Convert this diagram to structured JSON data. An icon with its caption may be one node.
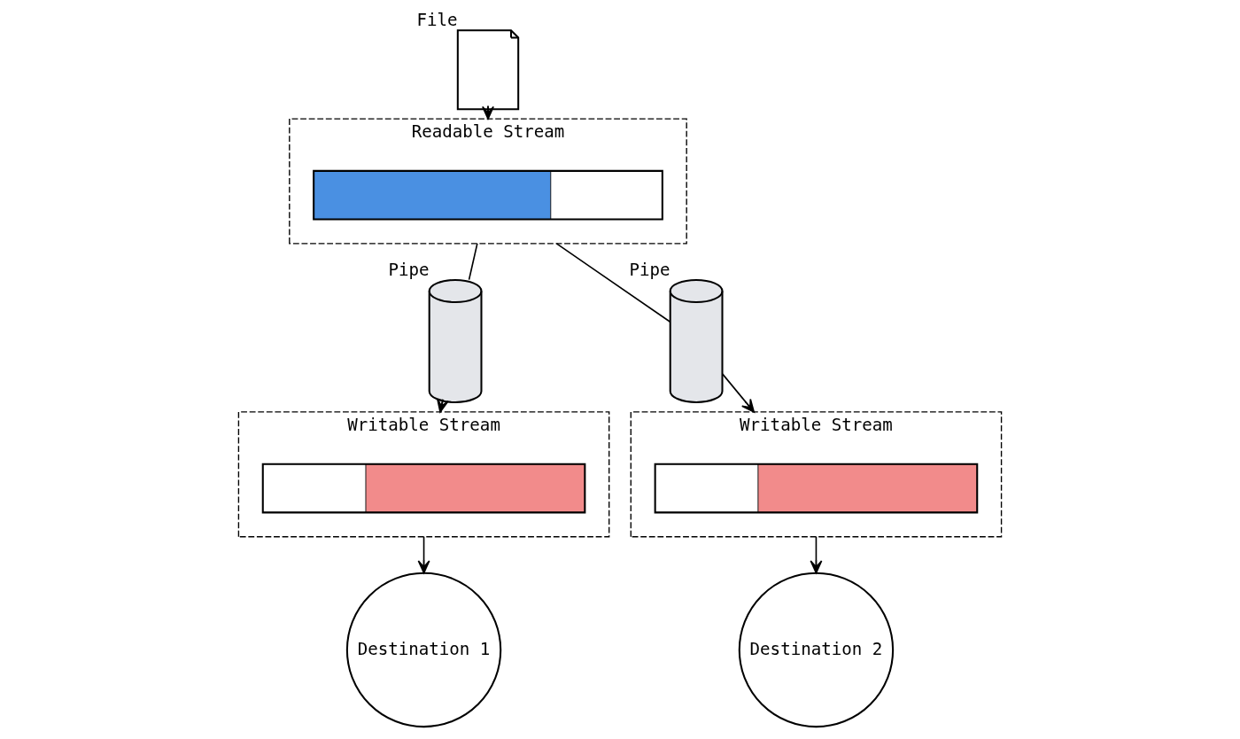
{
  "diagram": {
    "nodes": [
      {
        "text": [],
        "shape": "picture",
        "beside": [
          "File"
        ]
      },
      {
        "text": [
          "Readable Stream"
        ]
      },
      {
        "text": [],
        "shape": "bar",
        "in": 1
      },
      {
        "text": [],
        "shape": "cylinder",
        "beside": [
          "Pipe"
        ]
      },
      {
        "text": [],
        "shape": "cylinder",
        "beside": [
          "Pipe"
        ]
      },
      {
        "text": [
          "Writable Stream"
        ]
      },
      {
        "text": [],
        "shape": "bar",
        "in": 5
      },
      {
        "text": [
          "Writable Stream"
        ]
      },
      {
        "text": [],
        "shape": "bar",
        "in": 7
      },
      {
        "text": [
          "Destination 1"
        ]
      },
      {
        "text": [
          "Destination 2"
        ]
      }
    ],
    "edges": [
      {
        "from": 0,
        "to": 1,
        "arrow": "to"
      },
      {
        "from": 1,
        "to": 3,
        "arrow": "none"
      },
      {
        "from": 3,
        "to": 5,
        "arrow": "to"
      },
      {
        "from": 1,
        "to": 4,
        "arrow": "none"
      },
      {
        "from": 4,
        "to": 7,
        "arrow": "to"
      },
      {
        "from": 5,
        "to": 9,
        "arrow": "to"
      },
      {
        "from": 7,
        "to": 10,
        "arrow": "to"
      }
    ]
  }
}
